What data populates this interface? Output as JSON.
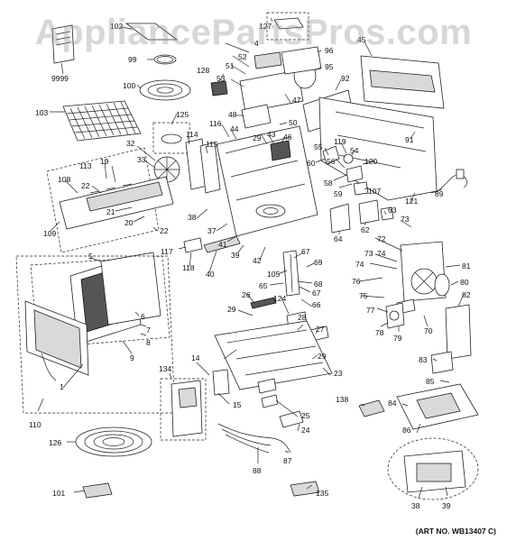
{
  "watermark": "AppliancePartsPros.com",
  "art_number": "(ART NO. WB13407 C)",
  "part_labels": [
    "9999",
    "102",
    "127",
    "4",
    "96",
    "95",
    "45",
    "99",
    "52",
    "51",
    "128",
    "53",
    "47",
    "92",
    "100",
    "103",
    "125",
    "116",
    "48",
    "44",
    "50",
    "29",
    "43",
    "46",
    "91",
    "114",
    "115",
    "32",
    "113",
    "19",
    "33",
    "55",
    "119",
    "54",
    "60",
    "120",
    "56",
    "108",
    "22",
    "58",
    "59",
    "107",
    "121",
    "89",
    "21",
    "20",
    "22",
    "38",
    "37",
    "41",
    "39",
    "42",
    "64",
    "62",
    "63",
    "73",
    "109",
    "117",
    "118",
    "40",
    "67",
    "69",
    "105",
    "72",
    "74",
    "73",
    "74",
    "81",
    "76",
    "80",
    "65",
    "68",
    "75",
    "5",
    "26",
    "124",
    "66",
    "67",
    "82",
    "77",
    "6",
    "7",
    "8",
    "29",
    "28",
    "27",
    "78",
    "79",
    "70",
    "9",
    "29",
    "23",
    "14",
    "134",
    "83",
    "85",
    "1",
    "15",
    "138",
    "84",
    "25",
    "24",
    "86",
    "110",
    "126",
    "88",
    "87",
    "135",
    "101",
    "38",
    "39"
  ]
}
